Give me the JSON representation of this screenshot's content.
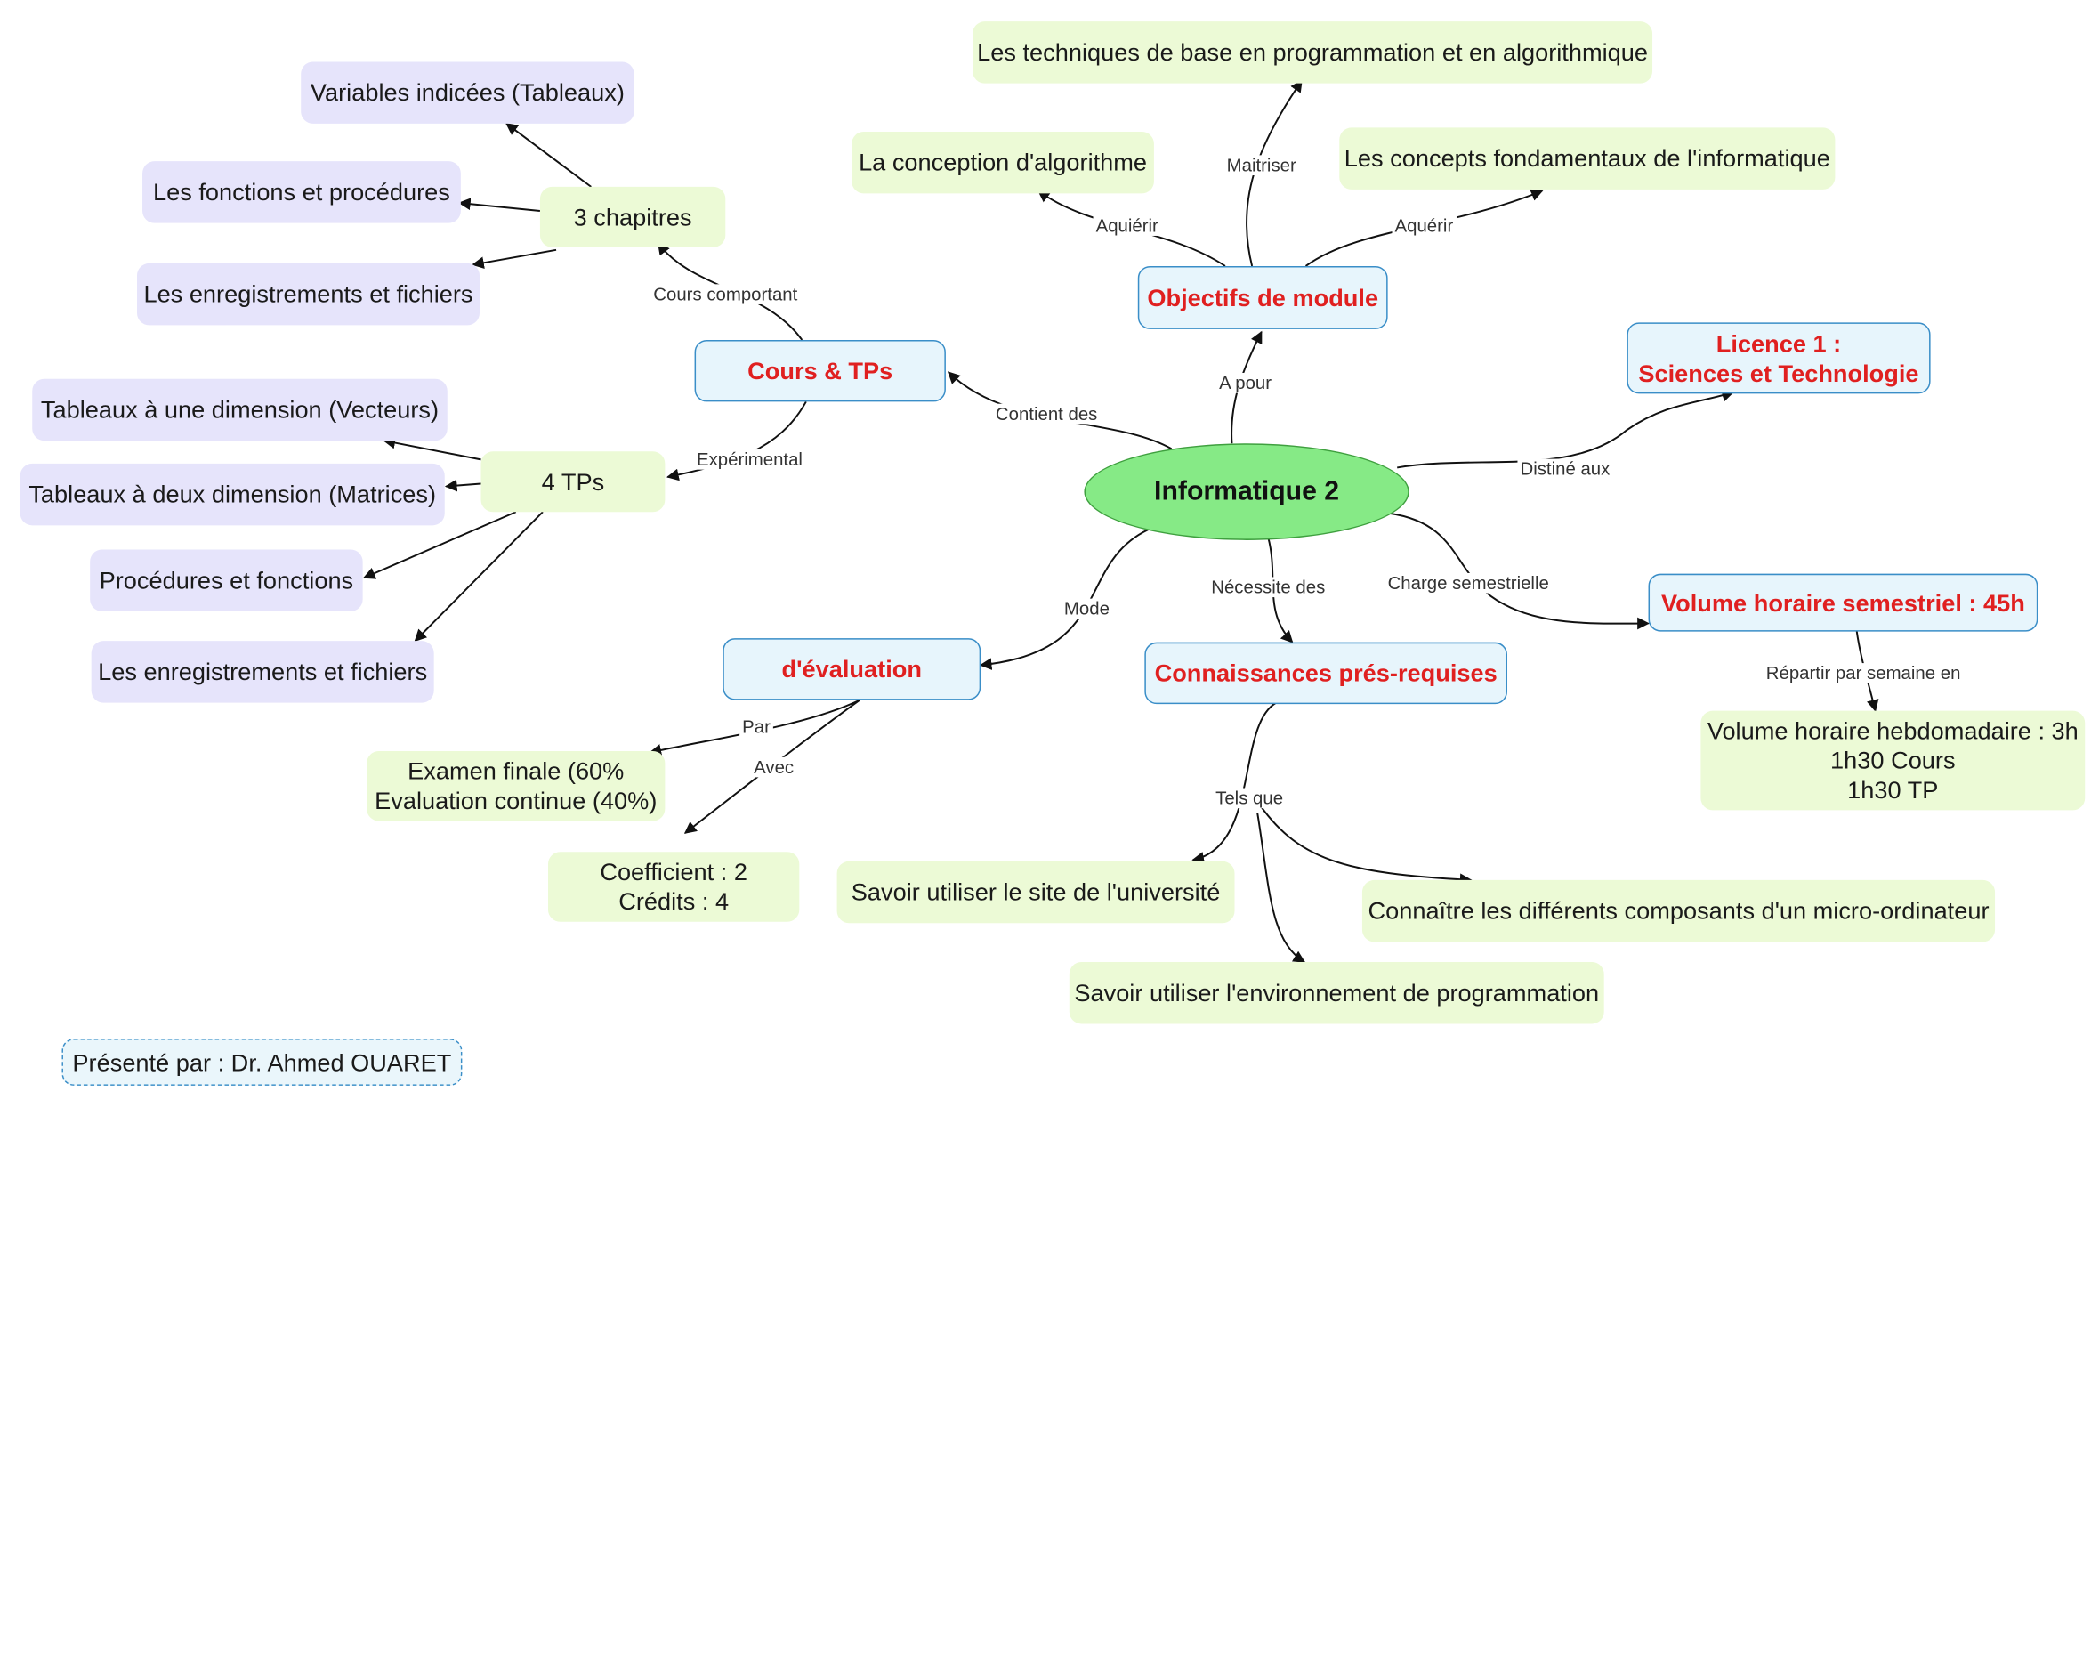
{
  "colors": {
    "center_fill": "#86ea86",
    "category_text": "#e02020",
    "category_border": "#3a8ec8",
    "category_fill": "#e7f5fc",
    "green_node_fill": "#ecfad6",
    "lavender_node_fill": "#e6e4fb"
  },
  "center": "Informatique 2",
  "categories": {
    "objectifs": "Objectifs de module",
    "cours_tps": "Cours & TPs",
    "licence": "Licence 1 :\nSciences et Technologie",
    "volume": "Volume horaire semestriel : 45h",
    "connaissances": "Connaissances prés-requises",
    "evaluation": "d'évaluation"
  },
  "objectifs_items": {
    "techniques": "Les techniques de base en programmation et en algorithmique",
    "conception": "La conception d'algorithme",
    "concepts": "Les concepts fondamentaux de l'informatique"
  },
  "cours": {
    "chapitres": "3 chapitres",
    "tps": "4 TPs",
    "chap_items": [
      "Variables indicées (Tableaux)",
      "Les fonctions et procédures",
      "Les enregistrements et fichiers"
    ],
    "tp_items": [
      "Tableaux à une dimension (Vecteurs)",
      "Tableaux à deux dimension (Matrices)",
      "Procédures et fonctions",
      "Les enregistrements et fichiers"
    ]
  },
  "volume_detail": "Volume horaire hebdomadaire : 3h\n1h30 Cours\n1h30 TP",
  "evaluation_items": {
    "examen": "Examen finale (60%\nEvaluation continue (40%)",
    "coefficient": "Coefficient : 2\nCrédits : 4"
  },
  "connaissances_items": {
    "site": "Savoir utiliser le site de l'université",
    "composants": "Connaître les différents composants d'un micro-ordinateur",
    "environnement": "Savoir utiliser l'environnement de programmation"
  },
  "presenter": "Présenté par :  Dr. Ahmed OUARET",
  "edge_labels": {
    "a_pour": "A pour",
    "maitriser": "Maitriser",
    "aquierir_1": "Aquiérir",
    "aquierir_2": "Aquérir",
    "contient": "Contient des",
    "cours_comportant": "Cours comportant",
    "experimental": "Expérimental",
    "destine": "Distiné aux",
    "charge": "Charge semestrielle",
    "repartir": "Répartir par semaine en",
    "necessite": "Nécessite des",
    "tels_que": "Tels que",
    "mode": "Mode",
    "par": "Par",
    "avec": "Avec"
  }
}
